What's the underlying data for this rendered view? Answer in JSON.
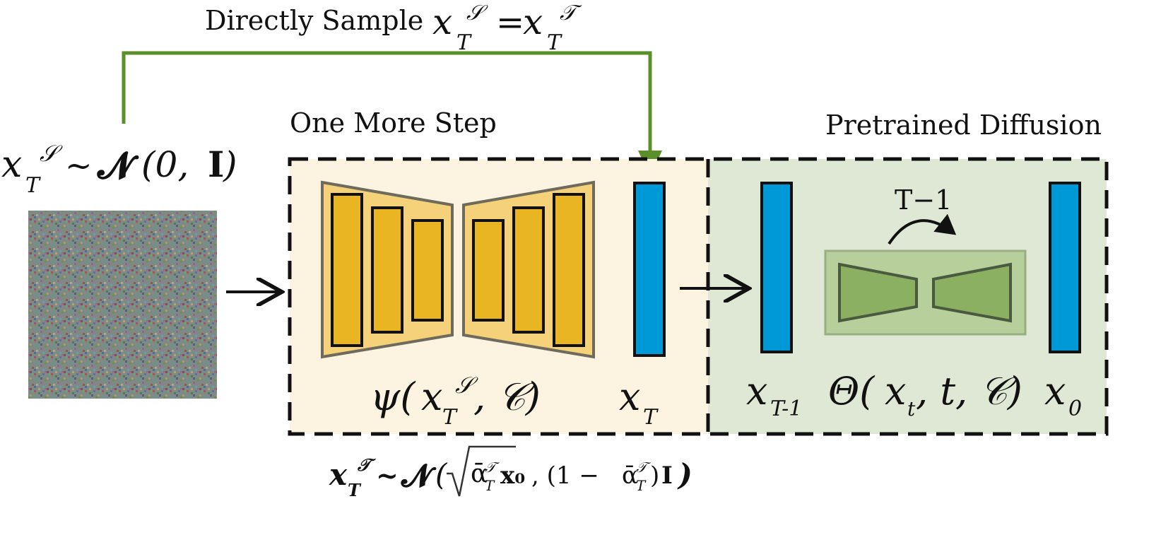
{
  "labels": {
    "top": "Directly Sample",
    "one_more_step": "One More Step",
    "pretrained": "Pretrained Diffusion",
    "loop": "T−1"
  },
  "math": {
    "x": "x",
    "T": "T",
    "S": "𝒮",
    "Tcal": "𝒯",
    "eq": "=",
    "tilde": "~",
    "N": "𝓝",
    "normal_args_open": "(0, ",
    "I": "I",
    "close": ")",
    "psi": "ψ(",
    "comma_C": ", 𝒞)",
    "theta": "Θ(",
    "t_sub": "t",
    "t_C": ", t, 𝒞)",
    "T_minus_1": "T-1",
    "zero": "0",
    "bottom_args_open": "(",
    "alpha_bar": "ᾱ",
    "x0": "x₀",
    "comma_1_minus": ", (1 − ",
    "bottom_close": ")"
  },
  "colors": {
    "green_arrow": "#5a8f2a",
    "yellow_region": "#fcf4e0",
    "green_region": "#dfe8d4",
    "unet_orange": "#eab522",
    "unet_trapezoid": "#f5d27a",
    "latent_blue": "#0099d8",
    "model_green": "#8cb061",
    "model_box": "#b7cf9a"
  },
  "icons": {
    "noise": "noise-image",
    "unet": "unet-icon",
    "model": "diffusion-model-icon"
  }
}
